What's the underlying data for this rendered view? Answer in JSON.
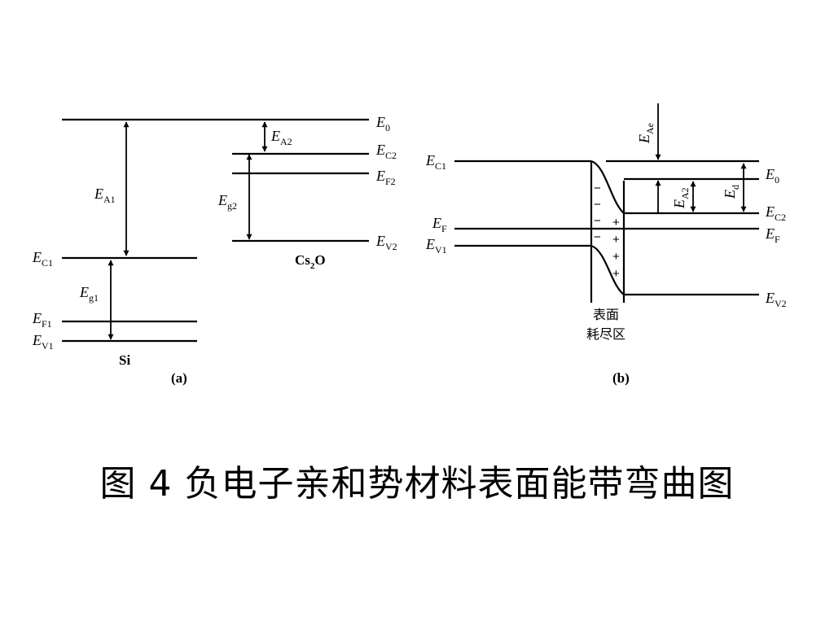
{
  "panel_a": {
    "tag": "(a)",
    "si_label": "Si",
    "cs2o_label": {
      "base": "Cs",
      "sub": "2",
      "tail": "O"
    },
    "levels": {
      "E0": {
        "main": "E",
        "sub": "0"
      },
      "EC2": {
        "main": "E",
        "sub": "C2"
      },
      "EF2": {
        "main": "E",
        "sub": "F2"
      },
      "EV2": {
        "main": "E",
        "sub": "V2"
      },
      "EC1": {
        "main": "E",
        "sub": "C1"
      },
      "EF1": {
        "main": "E",
        "sub": "F1"
      },
      "EV1": {
        "main": "E",
        "sub": "V1"
      }
    },
    "gaps": {
      "EA1": {
        "main": "E",
        "sub": "A1"
      },
      "EA2": {
        "main": "E",
        "sub": "A2"
      },
      "Eg1": {
        "main": "E",
        "sub": "g1"
      },
      "Eg2": {
        "main": "E",
        "sub": "g2"
      }
    }
  },
  "panel_b": {
    "tag": "(b)",
    "levels": {
      "EC1": {
        "main": "E",
        "sub": "C1"
      },
      "EF": {
        "main": "E",
        "sub": "F"
      },
      "EV1": {
        "main": "E",
        "sub": "V1"
      },
      "E0": {
        "main": "E",
        "sub": "0"
      },
      "EC2": {
        "main": "E",
        "sub": "C2"
      },
      "EF_right": {
        "main": "E",
        "sub": "F"
      },
      "EV2": {
        "main": "E",
        "sub": "V2"
      }
    },
    "gaps": {
      "EAe": {
        "main": "E",
        "sub": "Ae"
      },
      "EA2": {
        "main": "E",
        "sub": "A2"
      },
      "Ed": {
        "main": "E",
        "sub": "d"
      }
    },
    "region_label_line1": "表面",
    "region_label_line2": "耗尽区",
    "minus_sign": "−",
    "plus_sign": "+"
  },
  "caption": "图 4 负电子亲和势材料表面能带弯曲图"
}
